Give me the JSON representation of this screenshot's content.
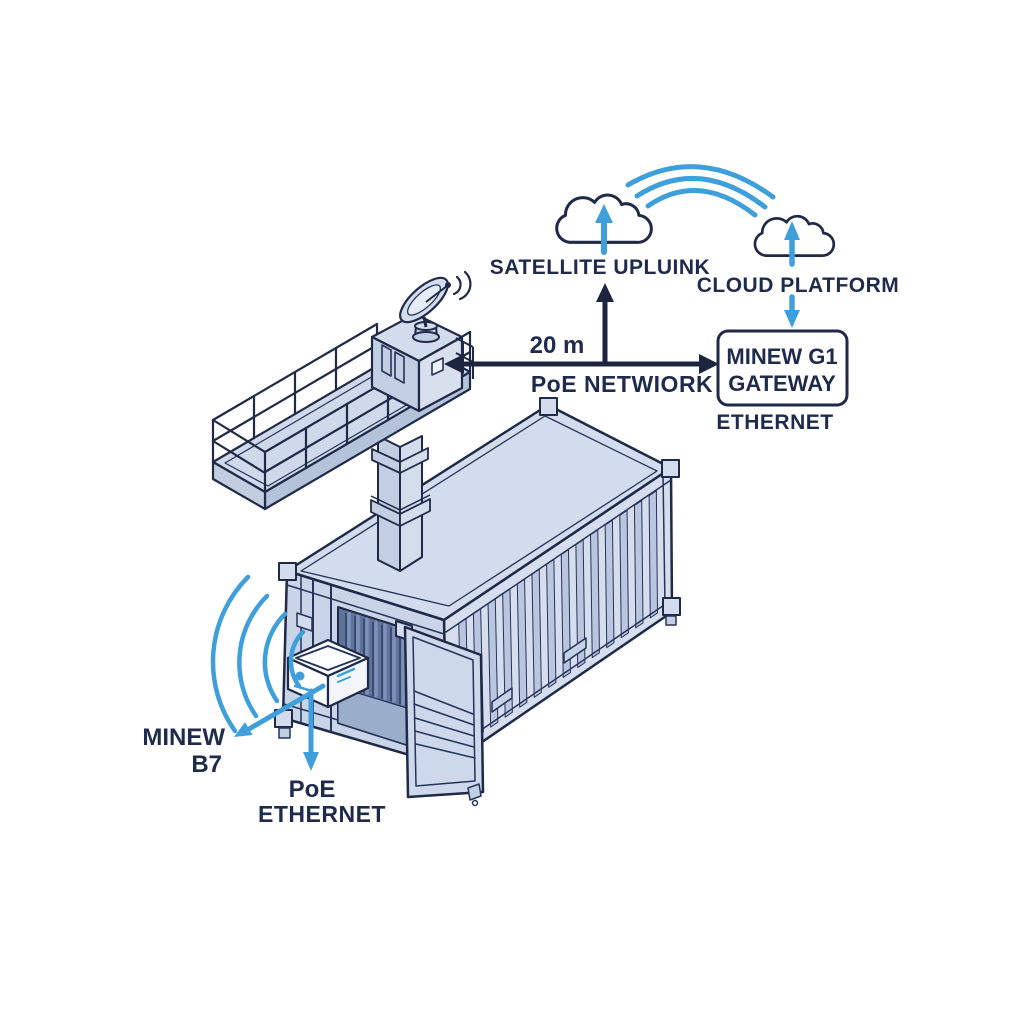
{
  "diagram": {
    "title_context": "Container site PoE beacon network diagram",
    "clouds": {
      "satellite_uplink_label": "SATELLITE UPLUINK",
      "cloud_platform_label": "CLOUD PLATFORM"
    },
    "gateway": {
      "label_line1": "MINEW G1",
      "label_line2": "GATEWAY",
      "sublabel": "ETHERNET"
    },
    "poe_link": {
      "distance": "20 m",
      "label": "PoE NETWIORK"
    },
    "beacon": {
      "label_line1": "MINEW",
      "label_line2": "B7"
    },
    "poe_drop": {
      "label_line1": "PoE",
      "label_line2": "ETHERNET"
    },
    "colors": {
      "line_navy": "#1e2a48",
      "accent_blue": "#3f9fda",
      "fill_light": "#d3dcec",
      "fill_mid": "#c2cfe3",
      "fill_shade": "#b5c3da",
      "interior_dark": "#5f739b",
      "interior_panel": "#9aadca",
      "text": "#1f2b4c",
      "background": "#ffffff"
    }
  }
}
